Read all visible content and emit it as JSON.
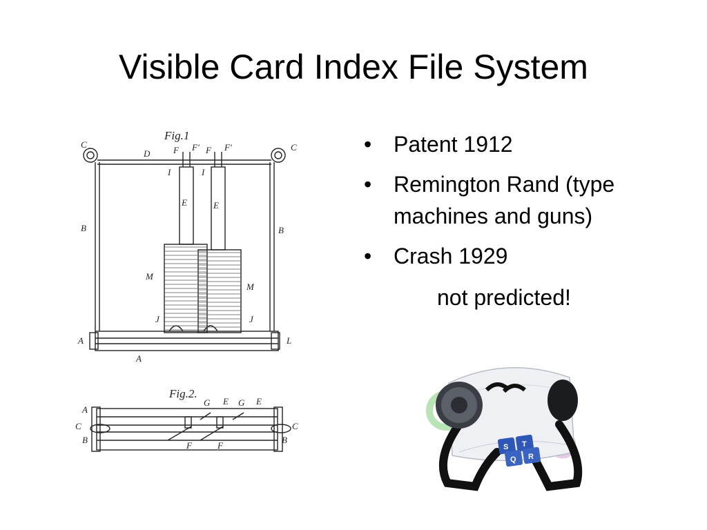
{
  "slide": {
    "title": "Visible Card Index File System",
    "bullets": [
      {
        "marker": "•",
        "text": "Patent 1912"
      },
      {
        "marker": "•",
        "text": "Remington Rand (type machines and guns)"
      },
      {
        "marker": "•",
        "text": "Crash 1929"
      }
    ],
    "subline": "not predicted!"
  },
  "patent_drawing": {
    "fig1_label": "Fig.1",
    "fig2_label": "Fig.2.",
    "letters": {
      "c": "C",
      "d": "D",
      "f": "F",
      "f2": "F'",
      "i": "I",
      "e": "E",
      "b": "B",
      "m": "M",
      "j": "J",
      "a": "A",
      "l": "L",
      "g": "G"
    }
  },
  "rolodex_photo": {
    "tab_letters": [
      "S",
      "T",
      "Q",
      "R"
    ],
    "colors": {
      "frame": "#111111",
      "cards": "#eef0f4",
      "tabs": "#2f57b8",
      "knob": "#3a3d44",
      "watermark": "#7fcf7a"
    }
  }
}
